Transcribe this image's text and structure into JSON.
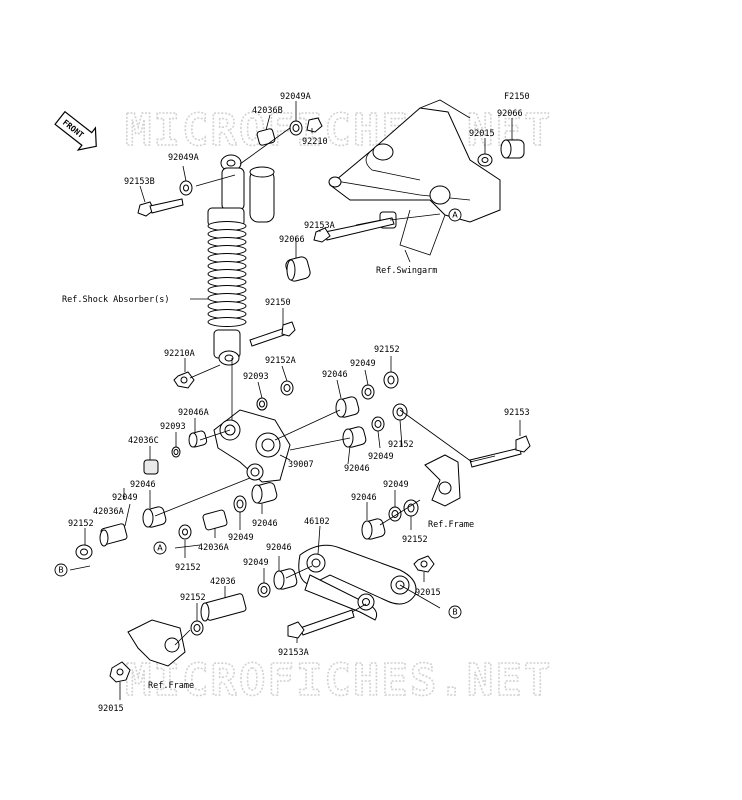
{
  "diagram_code": "F2150",
  "watermark": "MICROFICHES.NET",
  "front_arrow": "FRONT",
  "refs": {
    "swingarm": "Ref.Swingarm",
    "shock": "Ref.Shock Absorber(s)",
    "frame_right": "Ref.Frame",
    "frame_left": "Ref.Frame"
  },
  "circle_tags": {
    "a": "A",
    "b": "B"
  },
  "parts": [
    "92049A",
    "42036B",
    "92210",
    "92066",
    "92015",
    "92049A",
    "92153B",
    "92153A",
    "92066",
    "92150",
    "92210A",
    "92152A",
    "92093",
    "92046",
    "92049",
    "92152",
    "92046A",
    "92093",
    "42036C",
    "39007",
    "92046",
    "92049",
    "92152",
    "92046",
    "92153",
    "92046",
    "42036A",
    "92049",
    "92152",
    "92046",
    "92049",
    "46102",
    "92049",
    "92152",
    "42036A",
    "92152",
    "92049",
    "92046",
    "92015",
    "42036",
    "92152",
    "92153A",
    "92015"
  ]
}
